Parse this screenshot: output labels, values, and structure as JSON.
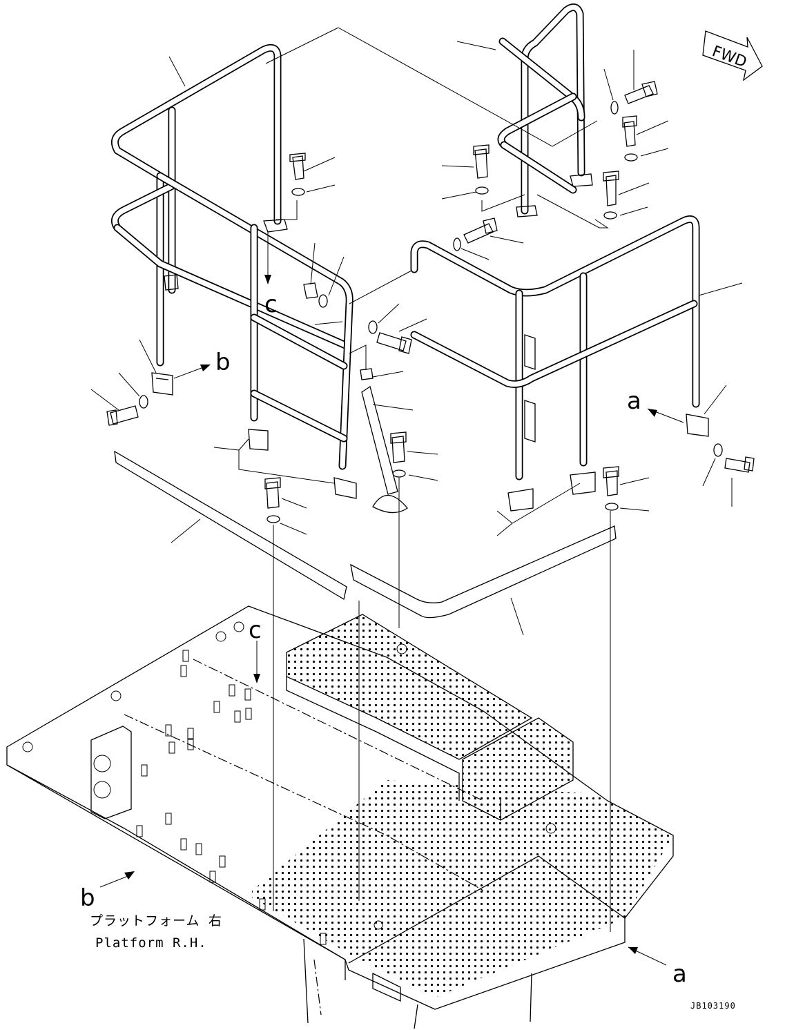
{
  "drawing": {
    "direction_badge": "FWD",
    "drawing_code": "JB103190",
    "caption_jp": "プラットフォーム 右",
    "caption_en": "Platform R.H."
  },
  "callouts": {
    "a_top": "a",
    "a_bottom": "a",
    "b_top": "b",
    "b_bottom": "b",
    "c_top": "c",
    "c_bottom": "c"
  }
}
